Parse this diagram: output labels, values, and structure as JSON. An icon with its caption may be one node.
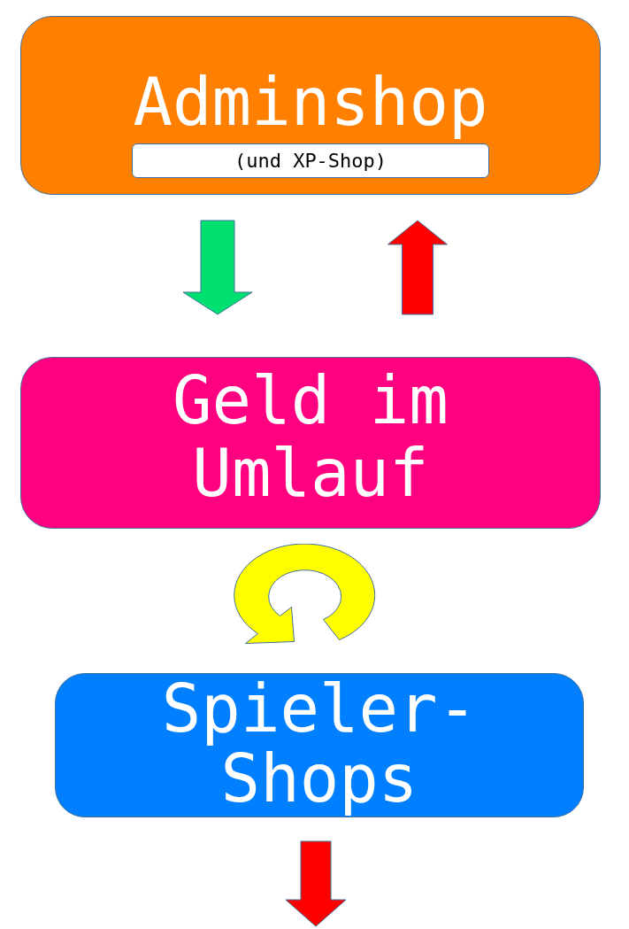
{
  "diagram": {
    "nodes": [
      {
        "text": [
          "Adminshop"
        ]
      },
      {
        "text": [
          "(und XP-Shop)"
        ],
        "in": 0
      },
      {
        "text": [
          "Geld im Umlauf"
        ]
      },
      {
        "text": [
          "Spieler-Shops"
        ]
      }
    ],
    "edges": [
      {
        "from": 0,
        "to": 2,
        "arrow": "to",
        "color": "#00e070"
      },
      {
        "from": 2,
        "to": 0,
        "arrow": "to"
      },
      {
        "from": 3,
        "to": null,
        "arrow": "to"
      }
    ]
  }
}
